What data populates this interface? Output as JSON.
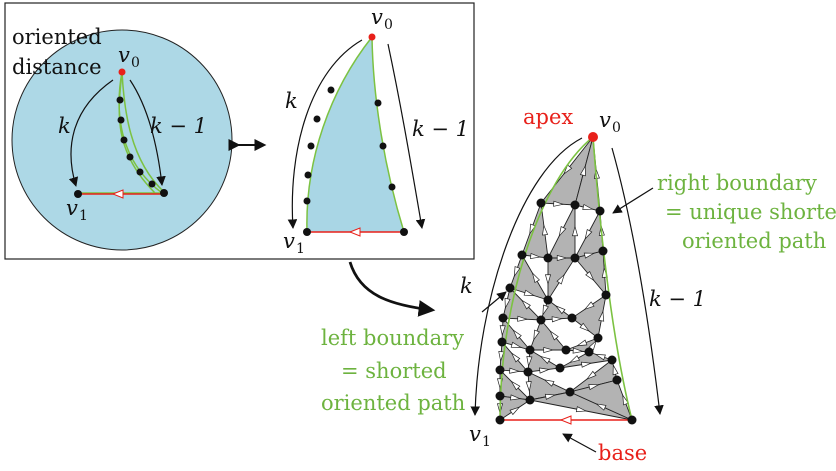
{
  "labels": {
    "oriented_distance_line1": "oriented",
    "oriented_distance_line2": "distance",
    "v0": "v",
    "v0_sub": "0",
    "v1": "v",
    "v1_sub": "1",
    "k": "k",
    "k_minus_1": "k − 1",
    "apex": "apex",
    "base": "base",
    "right_boundary_line1": "right boundary",
    "right_boundary_line2": "= unique shorted",
    "right_boundary_line3": "oriented path",
    "left_boundary_line1": "left boundary",
    "left_boundary_line2": "= shorted",
    "left_boundary_line3": "oriented path"
  },
  "colors": {
    "disk_fill": "#add8e6",
    "region_fill": "#a9d6e5",
    "triangle_fill": "#b3b3b3",
    "boundary_green": "#7cc242",
    "label_green": "#6db33f",
    "apex_red": "#e8201a",
    "base_red": "#e8201a",
    "vertex_black": "#111111"
  }
}
